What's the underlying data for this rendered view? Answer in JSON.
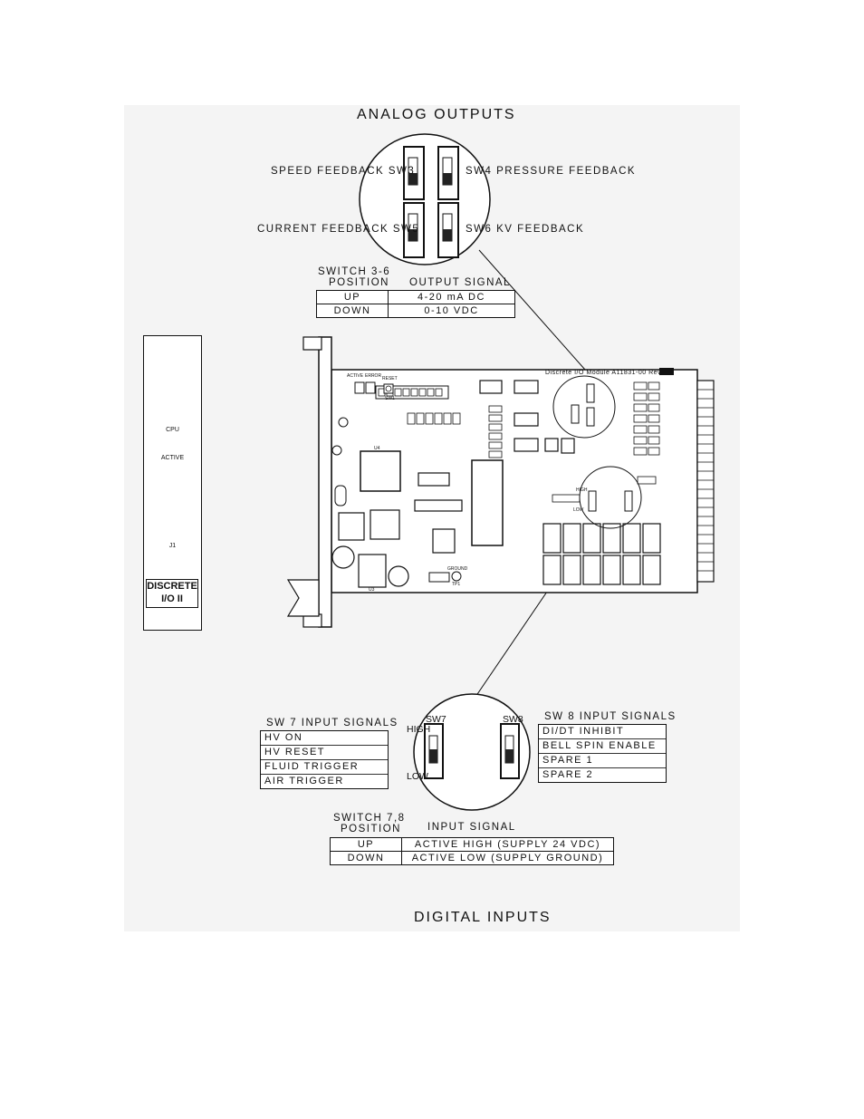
{
  "analog": {
    "title": "ANALOG OUTPUTS",
    "switch_labels": {
      "sw3": "SPEED FEEDBACK SW3",
      "sw4": "SW4 PRESSURE FEEDBACK",
      "sw5": "CURRENT FEEDBACK SW5",
      "sw6": "SW6 KV FEEDBACK"
    },
    "table": {
      "header_left_1": "SWITCH 3-6",
      "header_left_2": "POSITION",
      "header_right": "OUTPUT SIGNAL",
      "rows": [
        {
          "position": "UP",
          "signal": "4-20 mA DC"
        },
        {
          "position": "DOWN",
          "signal": "0-10 VDC"
        }
      ]
    }
  },
  "faceplate": {
    "cpu": "CPU",
    "active": "ACTIVE",
    "jack": "J1",
    "name_1": "DISCRETE",
    "name_2": "I/O II"
  },
  "board": {
    "title": "Discrete I/O Module A11831-00 Rev.",
    "labels": {
      "active": "ACTIVE",
      "error": "ERROR",
      "reset": "RESET",
      "sw1": "SW1",
      "ground": "GROUND",
      "tp1": "TP1",
      "high": "HIGH",
      "low": "LOW",
      "u3": "U3",
      "u4": "U4"
    }
  },
  "digital": {
    "title": "DIGITAL INPUTS",
    "sw7": {
      "header": "SW 7 INPUT SIGNALS",
      "items": [
        "HV ON",
        "HV RESET",
        "FLUID TRIGGER",
        "AIR TRIGGER"
      ]
    },
    "sw8": {
      "header": "SW 8 INPUT SIGNALS",
      "items": [
        "DI/DT INHIBIT",
        "BELL SPIN ENABLE",
        "SPARE 1",
        "SPARE 2"
      ]
    },
    "detail": {
      "sw7": "SW7",
      "sw8": "SW8",
      "high": "HIGH",
      "low": "LOW"
    },
    "table": {
      "header_left_1": "SWITCH 7,8",
      "header_left_2": "POSITION",
      "header_right": "INPUT SIGNAL",
      "rows": [
        {
          "position": "UP",
          "signal": "ACTIVE HIGH (SUPPLY 24 VDC)"
        },
        {
          "position": "DOWN",
          "signal": "ACTIVE LOW (SUPPLY GROUND)"
        }
      ]
    }
  }
}
